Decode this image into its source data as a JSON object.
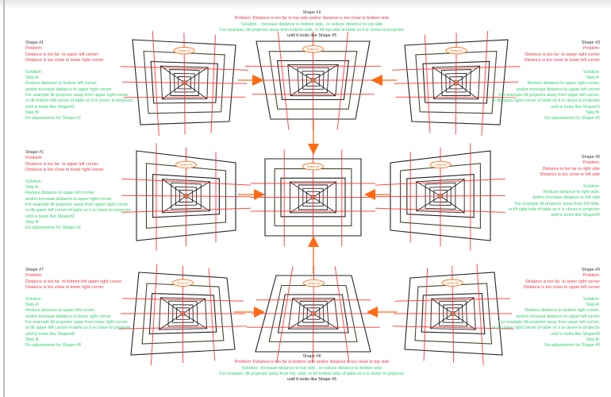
{
  "colors": {
    "problem": "#e8374a",
    "solution": "#2fcf6e",
    "title": "#333333",
    "arrow": "#ff6a13",
    "guide_line": "#ff2a2a",
    "shape_label": "#ff6a13"
  },
  "shapes": [
    {
      "id": "1",
      "label": "Shape #1"
    },
    {
      "id": "2",
      "label": "Shape #2"
    },
    {
      "id": "3",
      "label": "Shape #3"
    },
    {
      "id": "4",
      "label": "Shape #4"
    },
    {
      "id": "5",
      "label": "Shape #5"
    },
    {
      "id": "6",
      "label": "Shape #6"
    },
    {
      "id": "7",
      "label": "Shape #7"
    },
    {
      "id": "8",
      "label": "Shape #8"
    },
    {
      "id": "9",
      "label": "Shape #9"
    }
  ],
  "blocks": {
    "s1": [
      {
        "t": "Shape #1",
        "c": "title"
      },
      {
        "t": "Problem:",
        "c": "red"
      },
      {
        "t": "Distance is too far  to upper left corner",
        "c": "red"
      },
      {
        "t": "Distance is too close to lower right corner",
        "c": "red"
      },
      {
        "t": "",
        "c": "red"
      },
      {
        "t": "Solution:",
        "c": "green"
      },
      {
        "t": "Step A:",
        "c": "green"
      },
      {
        "t": "Reduce distance to bottom left corner,",
        "c": "green"
      },
      {
        "t": "and/or increase distance to upper right corner",
        "c": "green"
      },
      {
        "t": "For example tilt projector away from upper right corner,",
        "c": "green"
      },
      {
        "t": "or tilt bottom left corner of table so it is closer to projector",
        "c": "green"
      },
      {
        "t": "until is looks like Shape#2",
        "c": "green"
      },
      {
        "t": "Step B:",
        "c": "green"
      },
      {
        "t": "Do adjustments for Shape #2",
        "c": "green"
      }
    ],
    "s2": [
      {
        "t": "Shape #2",
        "c": "title"
      },
      {
        "t": "Problem: Distance is too far to top side and/or distance is too close to bottom side",
        "c": "red"
      },
      {
        "t": "Solution:   Increase distance to bottom side,  or reduce distance to top side",
        "c": "green"
      },
      {
        "t": "For example, tilt projector away from bottom side, or tilt top side of table so it is closer to projector",
        "c": "green"
      },
      {
        "t": "until it looks like Shape #5",
        "c": "dark"
      }
    ],
    "s3": [
      {
        "t": "Shape #3",
        "c": "title"
      },
      {
        "t": "Problem:",
        "c": "red"
      },
      {
        "t": "Distance is too far  to upper right corner",
        "c": "red"
      },
      {
        "t": "Distance is too close to lower left corner",
        "c": "red"
      },
      {
        "t": "",
        "c": "red"
      },
      {
        "t": "Solution:",
        "c": "green"
      },
      {
        "t": "Step A:",
        "c": "green"
      },
      {
        "t": "Reduce distance to upper right corner,",
        "c": "green"
      },
      {
        "t": "and/or increase distance to upper left corner",
        "c": "green"
      },
      {
        "t": "For example tilt projector away from upper left corner,",
        "c": "green"
      },
      {
        "t": "or tilt upper right corner of table so it is closer to projector",
        "c": "green"
      },
      {
        "t": "until is looks like Shape#2",
        "c": "green"
      },
      {
        "t": "Step B:",
        "c": "green"
      },
      {
        "t": "Do adjustments for Shape #2",
        "c": "green"
      }
    ],
    "s4": [
      {
        "t": "Shape #1",
        "c": "title"
      },
      {
        "t": "Problem:",
        "c": "red"
      },
      {
        "t": "Distance is too far  to upper left corner",
        "c": "red"
      },
      {
        "t": "Distance is too close to lower right corner",
        "c": "red"
      },
      {
        "t": "",
        "c": "red"
      },
      {
        "t": "Solution:",
        "c": "green"
      },
      {
        "t": "Step A:",
        "c": "green"
      },
      {
        "t": "Reduce distance to upper left corner,",
        "c": "green"
      },
      {
        "t": "and/or increase distance to upper right corner",
        "c": "green"
      },
      {
        "t": "For example tilt projector away from upper right corner,",
        "c": "green"
      },
      {
        "t": "or tilt upper left corner of table so it is closer to projector",
        "c": "green"
      },
      {
        "t": "until is looks like Shape#2",
        "c": "green"
      },
      {
        "t": "Step B:",
        "c": "green"
      },
      {
        "t": "Do adjustments for Shape #2",
        "c": "green"
      }
    ],
    "s6": [
      {
        "t": "Shape #6",
        "c": "title"
      },
      {
        "t": "Problem:",
        "c": "red"
      },
      {
        "t": "Distance is too far to right side",
        "c": "red"
      },
      {
        "t": "Distance is too close to left side",
        "c": "red"
      },
      {
        "t": "",
        "c": "red"
      },
      {
        "t": "Solution:",
        "c": "green"
      },
      {
        "t": "Reduce distance to right side,",
        "c": "green"
      },
      {
        "t": "and/or increase distance to left side",
        "c": "green"
      },
      {
        "t": "For example tilt projector away from left side,",
        "c": "green"
      },
      {
        "t": "or tilt right side of table so it is closer to projector",
        "c": "green"
      },
      {
        "t": "until is looks like Shape#5",
        "c": "green"
      }
    ],
    "s7": [
      {
        "t": "Shape #7",
        "c": "title"
      },
      {
        "t": "Problem:",
        "c": "red"
      },
      {
        "t": "Distance is too far  to bottom left upper right corner",
        "c": "red"
      },
      {
        "t": "Distance is too close to lower right corner",
        "c": "red"
      },
      {
        "t": "",
        "c": "red"
      },
      {
        "t": "Solution:",
        "c": "green"
      },
      {
        "t": "Step A:",
        "c": "green"
      },
      {
        "t": "Reduce distance to upper left corner,",
        "c": "green"
      },
      {
        "t": "and/or increase distance to lower right corner",
        "c": "green"
      },
      {
        "t": "For example tilt projector away from lower right corner",
        "c": "green"
      },
      {
        "t": "or tilt upper left corner of table so it is closer to projector",
        "c": "green"
      },
      {
        "t": "until is looks like Shape#8",
        "c": "green"
      },
      {
        "t": "Step B:",
        "c": "green"
      },
      {
        "t": "Do adjustments for Shape #8",
        "c": "green"
      }
    ],
    "s8": [
      {
        "t": "Shape #8",
        "c": "title"
      },
      {
        "t": "Problem: Distance is too far to bottom side and/or distance is too close to top side",
        "c": "red"
      },
      {
        "t": "Solution:  Increase distance to top side,  or reduce distance to bottom side",
        "c": "green"
      },
      {
        "t": "For example, tilt projector away from top  side, or tilt bottom side of table so it is closer to projector",
        "c": "green"
      },
      {
        "t": "until it looks like Shape #5",
        "c": "dark"
      }
    ],
    "s9": [
      {
        "t": "Shape #9",
        "c": "title"
      },
      {
        "t": "Problem:",
        "c": "red"
      },
      {
        "t": "Distance is too far  to lower right corner",
        "c": "red"
      },
      {
        "t": "Distance is too close to upper left corner",
        "c": "red"
      },
      {
        "t": "",
        "c": "red"
      },
      {
        "t": "Solution:",
        "c": "green"
      },
      {
        "t": "Step A:",
        "c": "green"
      },
      {
        "t": "Reduce distance to bottom right corner,",
        "c": "green"
      },
      {
        "t": "and/or increase distance to upper left corner",
        "c": "green"
      },
      {
        "t": "For example tilt projector away from upper left corner,",
        "c": "green"
      },
      {
        "t": "or tilt upper right corner of table so it is closer to projector",
        "c": "green"
      },
      {
        "t": "until is looks like Shape#8",
        "c": "green"
      },
      {
        "t": "Step B:",
        "c": "green"
      },
      {
        "t": "Do adjustments for Shape #8",
        "c": "green"
      }
    ]
  }
}
